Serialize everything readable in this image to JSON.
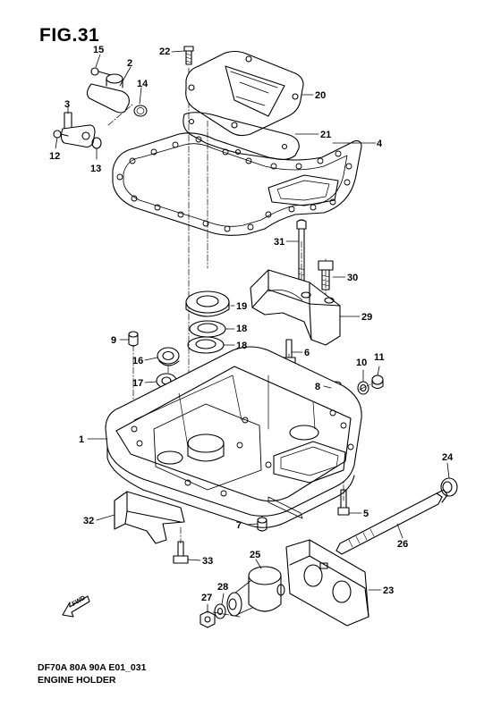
{
  "figure": {
    "title": "FIG.31",
    "model_code": "DF70A 80A 90A E01_031",
    "name": "ENGINE HOLDER",
    "fwd_label": "FWD"
  },
  "callouts": {
    "p1": "1",
    "p2": "2",
    "p3": "3",
    "p4": "4",
    "p5": "5",
    "p6": "6",
    "p7": "7",
    "p8": "8",
    "p9": "9",
    "p10": "10",
    "p11": "11",
    "p12": "12",
    "p13": "13",
    "p14": "14",
    "p15": "15",
    "p16": "16",
    "p17": "17",
    "p18a": "18",
    "p18b": "18",
    "p19": "19",
    "p20": "20",
    "p21": "21",
    "p22": "22",
    "p23": "23",
    "p24": "24",
    "p25": "25",
    "p26": "26",
    "p27": "27",
    "p28": "28",
    "p29": "29",
    "p30": "30",
    "p31": "31",
    "p32": "32",
    "p33": "33"
  }
}
